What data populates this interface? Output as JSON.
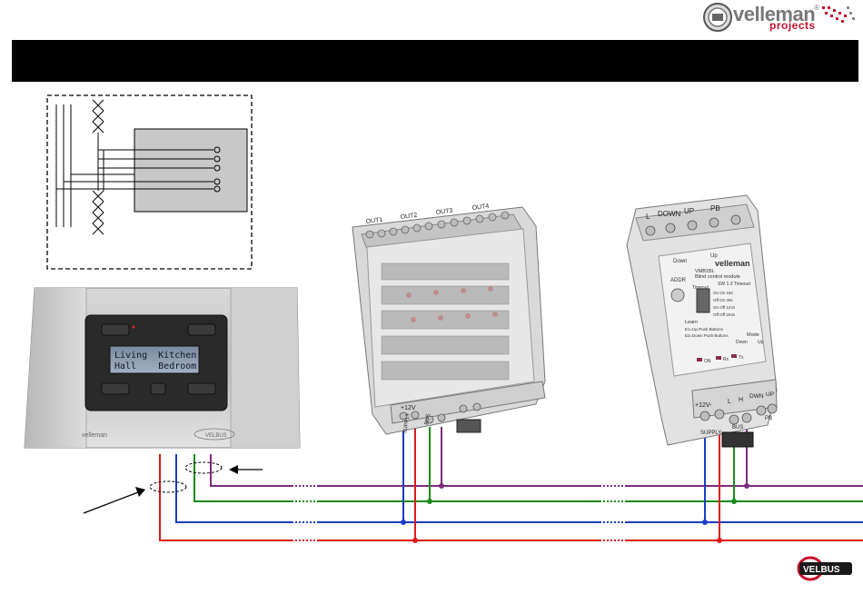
{
  "brand": {
    "name": "velleman",
    "sub": "projects",
    "registered": "®"
  },
  "panel": {
    "lcd_row1": "Living  Kitchen",
    "lcd_row2": "Hall    Bedroom",
    "maker": "velleman",
    "bus_logo": "VELBUS"
  },
  "relay_module": {
    "outputs": [
      "OUT1",
      "OUT2",
      "OUT3",
      "OUT4"
    ],
    "terminal_bus": "BUS",
    "terminal_supply": "SUPPLY",
    "terminal_plus": "+12V"
  },
  "blind_module": {
    "top_labels": [
      "L",
      "DOWN",
      "UP",
      "PB"
    ],
    "down": "Down",
    "up": "Up",
    "brand": "velleman",
    "model": "VMB1BL",
    "description": "Blind control module",
    "addr": "ADDR",
    "sw": "SW 1-2 Timeout",
    "options": [
      "On On 15s",
      "Off On 30s",
      "On Off 1min",
      "Off Off 2min"
    ],
    "timeout": "Timeout",
    "learn": "Learn",
    "e1": "E1=Up Push Buttons",
    "e2": "E2=Down Push Buttons",
    "mode": "Mode",
    "mode_down": "Down",
    "mode_up": "Up",
    "leds": [
      "ON",
      "Rx",
      "Tx"
    ],
    "bottom_labels": [
      "+12V-",
      "L",
      "H",
      "DWN",
      "UP"
    ],
    "bottom_sub": [
      "SUPPLY",
      "BUS",
      "PB"
    ]
  },
  "colors": {
    "purple": "#7d2a7e",
    "green": "#1a8a1a",
    "blue": "#1a3cc8",
    "red": "#e01818",
    "header": "#000000"
  },
  "footer_logo": "VELBUS"
}
